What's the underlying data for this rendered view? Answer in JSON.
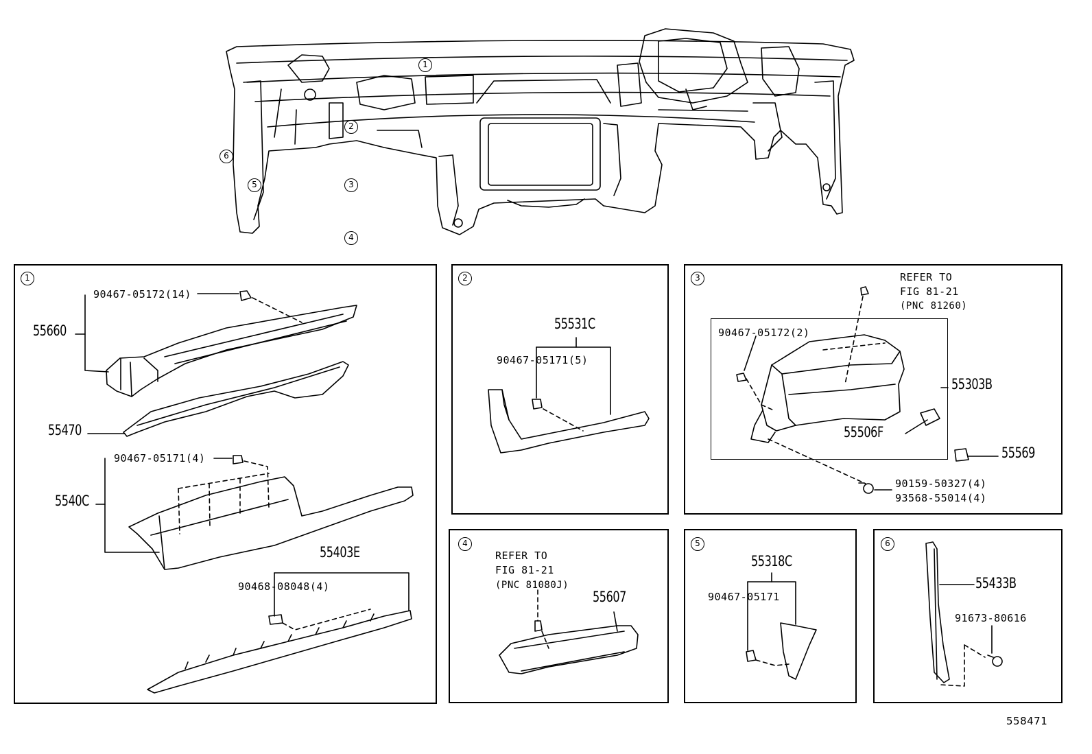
{
  "diagram": {
    "drawing_number": "558471",
    "overview": {
      "callouts": [
        "1",
        "2",
        "3",
        "4",
        "5",
        "6"
      ]
    },
    "panels": {
      "p1": {
        "index": "1",
        "parts": {
          "part_55660": "55660",
          "part_55470": "55470",
          "part_5540C": "5540C",
          "part_55403E": "55403E",
          "clip_a": "90467-05172(14)",
          "clip_b": "90467-05171(4)",
          "clip_c": "90468-08048(4)"
        }
      },
      "p2": {
        "index": "2",
        "parts": {
          "part_55531C": "55531C",
          "clip": "90467-05171(5)"
        }
      },
      "p3": {
        "index": "3",
        "refer_line1": "REFER TO",
        "refer_line2": "FIG 81-21",
        "refer_line3": "(PNC 81260)",
        "parts": {
          "clip": "90467-05172(2)",
          "part_55303B": "55303B",
          "part_55506F": "55506F",
          "part_55569": "55569",
          "screw": "90159-50327(4)",
          "nut": "93568-55014(4)"
        }
      },
      "p4": {
        "index": "4",
        "refer_line1": "REFER TO",
        "refer_line2": "FIG 81-21",
        "refer_line3": "(PNC 81080J)",
        "parts": {
          "part_55607": "55607"
        }
      },
      "p5": {
        "index": "5",
        "parts": {
          "part_55318C": "55318C",
          "clip": "90467-05171"
        }
      },
      "p6": {
        "index": "6",
        "parts": {
          "part_55433B": "55433B",
          "screw": "91673-80616"
        }
      }
    }
  }
}
